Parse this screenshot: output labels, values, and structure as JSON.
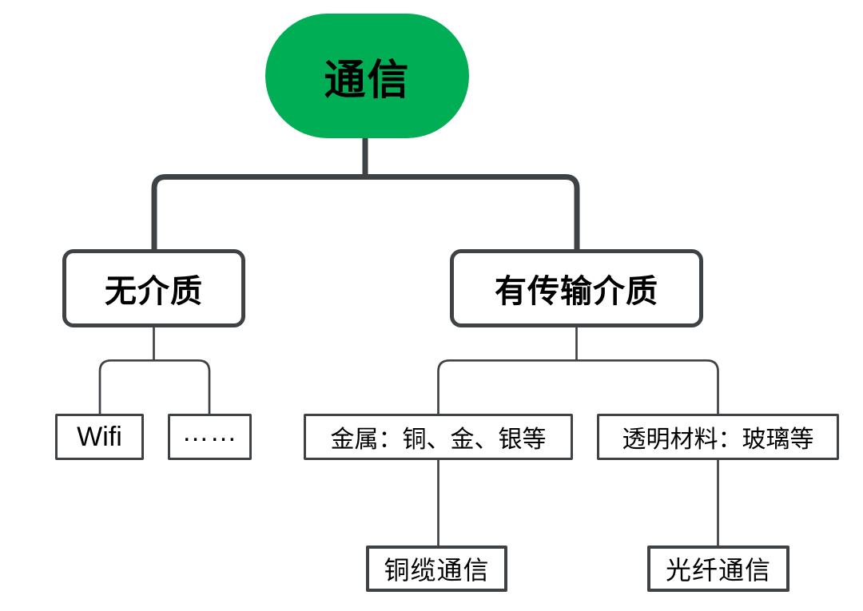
{
  "colors": {
    "background": "#ffffff",
    "root_fill": "#00ae55",
    "connector": "#3f4245",
    "box_border": "#3f4245",
    "text": "#000000"
  },
  "nodes": {
    "root": {
      "label": "通信"
    },
    "no_medium": {
      "label": "无介质"
    },
    "has_medium": {
      "label": "有传输介质"
    },
    "wifi": {
      "label": "Wifi"
    },
    "ellipsis": {
      "label": "……"
    },
    "metal": {
      "label": "金属：铜、金、银等"
    },
    "transparent": {
      "label": "透明材料：玻璃等"
    },
    "copper_cable": {
      "label": "铜缆通信"
    },
    "optical_fiber": {
      "label": "光纤通信"
    }
  },
  "tree": {
    "label": "通信",
    "children": [
      {
        "label": "无介质",
        "children": [
          {
            "label": "Wifi"
          },
          {
            "label": "……"
          }
        ]
      },
      {
        "label": "有传输介质",
        "children": [
          {
            "label": "金属：铜、金、银等",
            "children": [
              {
                "label": "铜缆通信"
              }
            ]
          },
          {
            "label": "透明材料：玻璃等",
            "children": [
              {
                "label": "光纤通信"
              }
            ]
          }
        ]
      }
    ]
  }
}
